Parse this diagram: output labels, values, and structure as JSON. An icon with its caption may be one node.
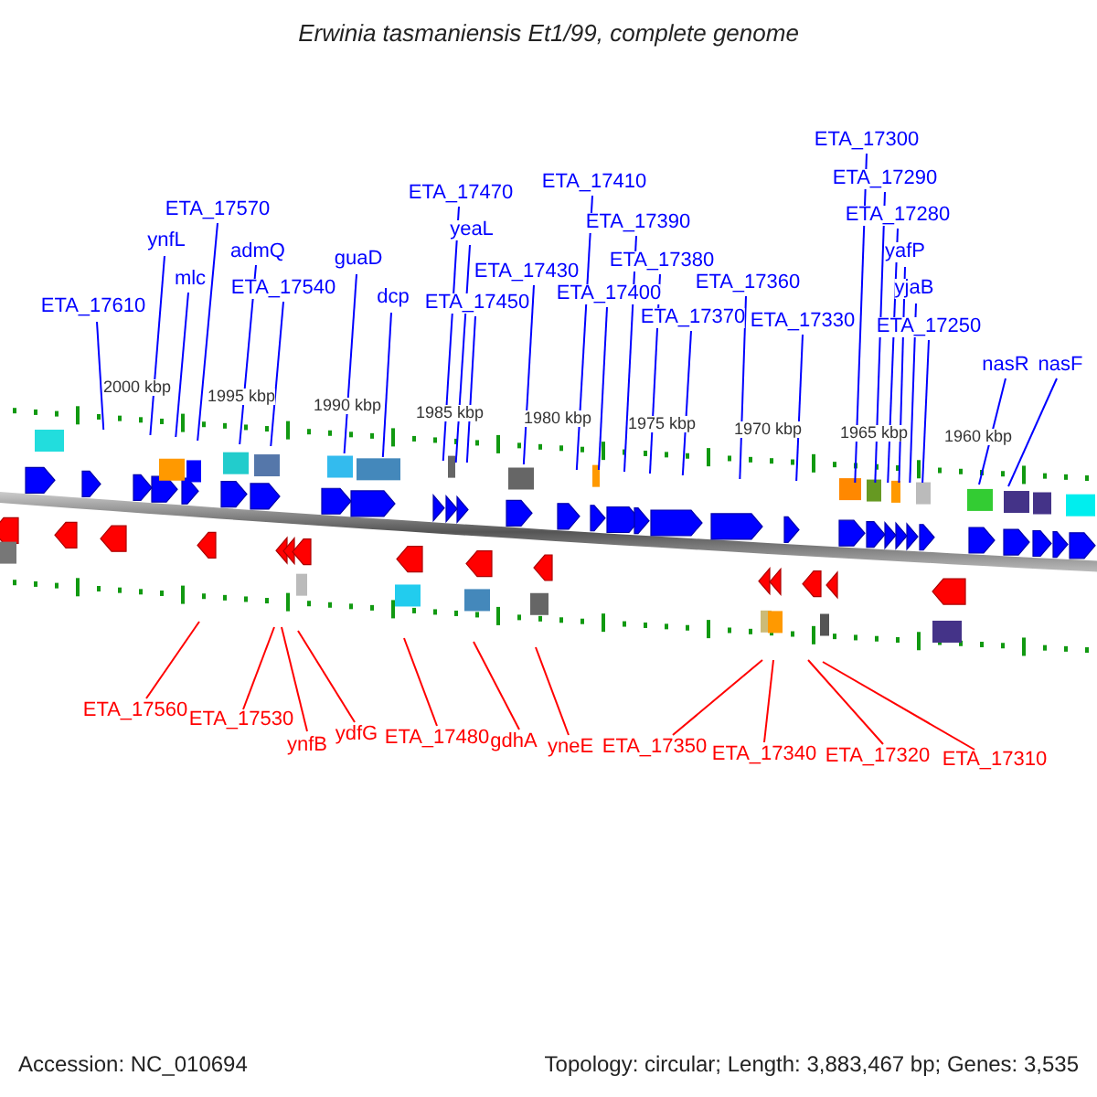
{
  "diagram": {
    "title": "Erwinia tasmaniensis Et1/99, complete genome",
    "nodes": [
      {
        "text": [
          "ETA_17610"
        ]
      },
      {
        "text": [
          "ynfL"
        ]
      },
      {
        "text": [
          "mlc"
        ]
      },
      {
        "text": [
          "ETA_17570"
        ]
      },
      {
        "text": [
          "admQ"
        ]
      },
      {
        "text": [
          "ETA_17540"
        ]
      },
      {
        "text": [
          "guaD"
        ]
      },
      {
        "text": [
          "dcp"
        ]
      },
      {
        "text": [
          "ETA_17470"
        ]
      },
      {
        "text": [
          "yeaL"
        ]
      },
      {
        "text": [
          "ETA_17450"
        ]
      },
      {
        "text": [
          "ETA_17430"
        ]
      },
      {
        "text": [
          "ETA_17410"
        ]
      },
      {
        "text": [
          "ETA_17400"
        ]
      },
      {
        "text": [
          "ETA_17390"
        ]
      },
      {
        "text": [
          "ETA_17380"
        ]
      },
      {
        "text": [
          "ETA_17370"
        ]
      },
      {
        "text": [
          "ETA_17360"
        ]
      },
      {
        "text": [
          "ETA_17330"
        ]
      },
      {
        "text": [
          "ETA_17300"
        ]
      },
      {
        "text": [
          "ETA_17290"
        ]
      },
      {
        "text": [
          "ETA_17280"
        ]
      },
      {
        "text": [
          "yafP"
        ]
      },
      {
        "text": [
          "yjaB"
        ]
      },
      {
        "text": [
          "ETA_17250"
        ]
      },
      {
        "text": [
          "nasR"
        ]
      },
      {
        "text": [
          "nasF"
        ]
      },
      {
        "text": [
          "ETA_17560"
        ]
      },
      {
        "text": [
          "ETA_17530"
        ]
      },
      {
        "text": [
          "ynfB"
        ]
      },
      {
        "text": [
          "ydfG"
        ]
      },
      {
        "text": [
          "ETA_17480"
        ]
      },
      {
        "text": [
          "gdhA"
        ]
      },
      {
        "text": [
          "yneE"
        ]
      },
      {
        "text": [
          "ETA_17350"
        ]
      },
      {
        "text": [
          "ETA_17340"
        ]
      },
      {
        "text": [
          "ETA_17320"
        ]
      },
      {
        "text": [
          "ETA_17310"
        ]
      }
    ],
    "edges": [
      {
        "from": 0,
        "to": null,
        "arrow": "none"
      },
      {
        "from": 1,
        "to": null,
        "arrow": "none"
      },
      {
        "from": 2,
        "to": null,
        "arrow": "none"
      },
      {
        "from": 3,
        "to": null,
        "arrow": "none"
      },
      {
        "from": 4,
        "to": null,
        "arrow": "none"
      },
      {
        "from": 5,
        "to": null,
        "arrow": "none"
      },
      {
        "from": 6,
        "to": null,
        "arrow": "none"
      },
      {
        "from": 7,
        "to": null,
        "arrow": "none"
      },
      {
        "from": 8,
        "to": null,
        "arrow": "none"
      },
      {
        "from": 9,
        "to": null,
        "arrow": "none"
      },
      {
        "from": 10,
        "to": null,
        "arrow": "none"
      },
      {
        "from": 11,
        "to": null,
        "arrow": "none"
      },
      {
        "from": 12,
        "to": null,
        "arrow": "none"
      },
      {
        "from": 13,
        "to": null,
        "arrow": "none"
      },
      {
        "from": 14,
        "to": null,
        "arrow": "none"
      },
      {
        "from": 15,
        "to": null,
        "arrow": "none"
      },
      {
        "from": 16,
        "to": null,
        "arrow": "none"
      },
      {
        "from": 17,
        "to": null,
        "arrow": "none"
      },
      {
        "from": 18,
        "to": null,
        "arrow": "none"
      },
      {
        "from": 19,
        "to": null,
        "arrow": "none"
      },
      {
        "from": 20,
        "to": null,
        "arrow": "none"
      },
      {
        "from": 21,
        "to": null,
        "arrow": "none"
      },
      {
        "from": 22,
        "to": null,
        "arrow": "none"
      },
      {
        "from": 23,
        "to": null,
        "arrow": "none"
      },
      {
        "from": 24,
        "to": null,
        "arrow": "none"
      },
      {
        "from": 25,
        "to": null,
        "arrow": "none"
      },
      {
        "from": 26,
        "to": null,
        "arrow": "none"
      },
      {
        "from": 27,
        "to": null,
        "arrow": "none",
        "color": "#ff0000"
      },
      {
        "from": 28,
        "to": null,
        "arrow": "none",
        "color": "#ff0000"
      },
      {
        "from": 29,
        "to": null,
        "arrow": "none",
        "color": "#ff0000"
      },
      {
        "from": 30,
        "to": null,
        "arrow": "none",
        "color": "#ff0000"
      },
      {
        "from": 31,
        "to": null,
        "arrow": "none",
        "color": "#ff0000"
      },
      {
        "from": 32,
        "to": null,
        "arrow": "none",
        "color": "#ff0000"
      },
      {
        "from": 33,
        "to": null,
        "arrow": "none",
        "color": "#ff0000"
      },
      {
        "from": 34,
        "to": null,
        "arrow": "none",
        "color": "#ff0000"
      },
      {
        "from": 35,
        "to": null,
        "arrow": "none",
        "color": "#ff0000"
      },
      {
        "from": 36,
        "to": null,
        "arrow": "none",
        "color": "#ff0000"
      },
      {
        "from": 37,
        "to": null,
        "arrow": "none",
        "color": "#ff0000"
      }
    ],
    "labels": [
      "2000 kbp",
      "1995 kbp",
      "1990 kbp",
      "1985 kbp",
      "1980 kbp",
      "1975 kbp",
      "1970 kbp",
      "1965 kbp",
      "1960 kbp",
      "Accession: NC_010694",
      "Topology: circular; Length: 3,883,467 bp; Genes: 3,535"
    ]
  }
}
